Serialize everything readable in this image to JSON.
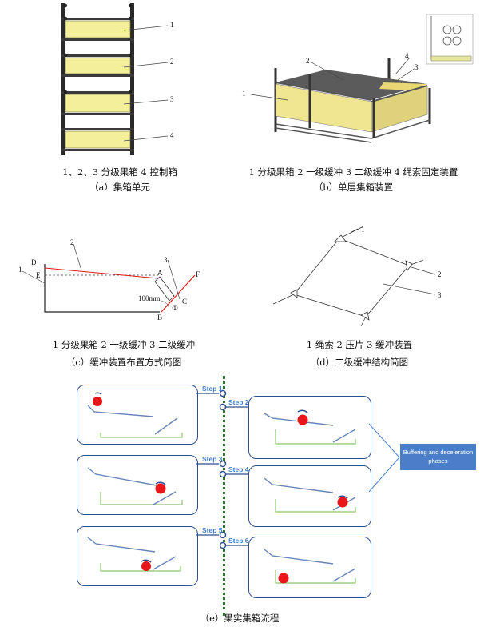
{
  "panel_a": {
    "labels": [
      "1",
      "2",
      "3",
      "4"
    ],
    "legend": "1、2、3 分级果箱  4 控制箱",
    "caption": "（a）集箱单元"
  },
  "panel_b": {
    "labels": [
      "1",
      "2",
      "3",
      "4"
    ],
    "legend": "1 分级果箱 2 一级缓冲 3 二级缓冲 4 绳索固定装置",
    "caption": "（b）单层集箱装置"
  },
  "panel_c": {
    "labels": {
      "one": "1",
      "two": "2",
      "three": "3",
      "A": "A",
      "B": "B",
      "C": "C",
      "D": "D",
      "E": "E",
      "F": "F",
      "dim": "100mm",
      "circ": "①"
    },
    "legend": "1 分级果箱 2 一级缓冲 3 二级缓冲",
    "caption": "（c）缓冲装置布置方式简图"
  },
  "panel_d": {
    "labels": [
      "1",
      "2",
      "3"
    ],
    "legend": "1 绳索 2 压片  3 缓冲装置",
    "caption": "（d）二级缓冲结构简图"
  },
  "panel_e": {
    "steps": [
      "Step 1",
      "Step 2",
      "Step 3",
      "Step 4",
      "Step 5",
      "Step 6"
    ],
    "phase_label": "Buffering and deceleration phases",
    "caption": "（e）果实集箱流程"
  },
  "colors": {
    "step_border": "#2e4f8f",
    "step_text": "#3f7dc4",
    "phase_box": "#4a7ec9",
    "fruit": "#e8161b",
    "bin": "#8cc56a",
    "buffer": "#6a86b8",
    "dashline": "#2d6e2a",
    "box_yellow": "#f3ef9a"
  }
}
